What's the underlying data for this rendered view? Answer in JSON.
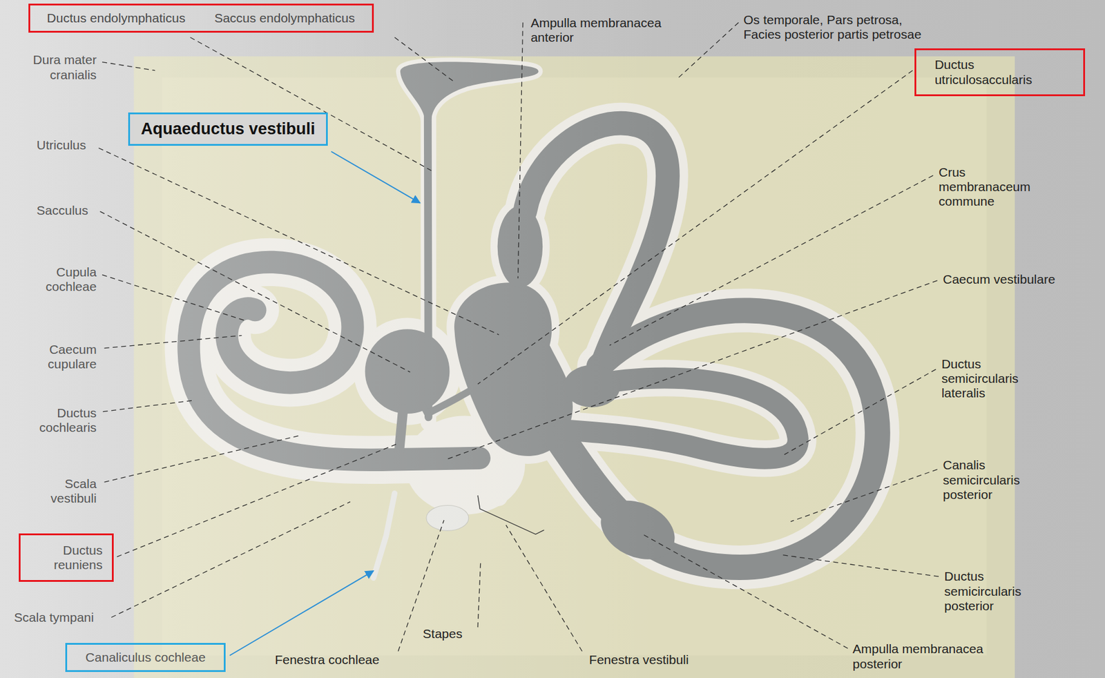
{
  "diagram": {
    "nodes": [
      {
        "text": [
          "Ductus endolymphaticus",
          "Saccus endolymphaticus"
        ]
      },
      {
        "text": [
          "Aquaeductus vestibuli"
        ]
      },
      {
        "text": [
          "Ductus utriculosaccularis"
        ]
      },
      {
        "text": [
          "Ductus reuniens"
        ]
      },
      {
        "text": [
          "Canaliculus cochleae"
        ]
      }
    ],
    "labels": [
      "Ampulla membranacea anterior",
      "Os temporale, Pars petrosa, Facies posterior partis petrosae",
      "Dura mater cranialis",
      "Utriculus",
      "Sacculus",
      "Cupula cochleae",
      "Caecum cupulare",
      "Ductus cochlearis",
      "Scala vestibuli",
      "Scala tympani",
      "Fenestra cochleae",
      "Stapes",
      "Fenestra vestibuli",
      "Ampulla membranacea posterior",
      "Ductus semicircularis posterior",
      "Canalis semicircularis posterior",
      "Ductus semicircularis lateralis",
      "Caecum vestibulare",
      "Crus membranaceum commune"
    ]
  }
}
